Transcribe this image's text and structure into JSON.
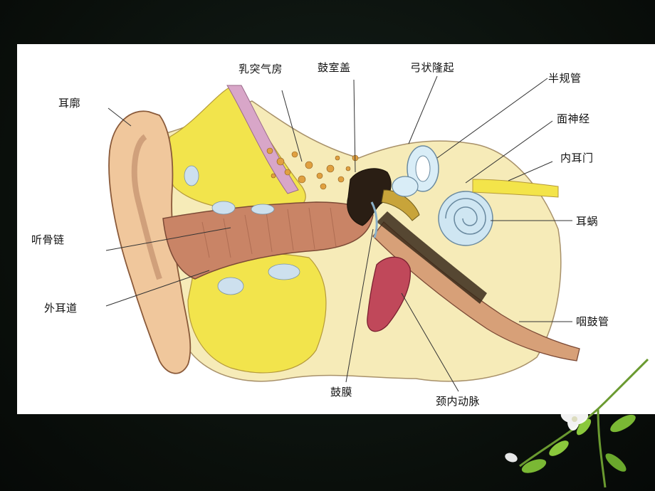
{
  "labels": {
    "ru_tu_qi_fang": "乳突气房",
    "gu_shi_gai": "鼓室盖",
    "gong_zhuang_long_qi": "弓状隆起",
    "ban_gui_guan": "半规管",
    "er_kuo": "耳廓",
    "mian_shen_jing": "面神经",
    "nei_er_men": "内耳门",
    "er_wo": "耳蜗",
    "ting_gu_lian": "听骨链",
    "wai_er_dao": "外耳道",
    "yan_gu_guan": "咽鼓管",
    "gu_mo": "鼓膜",
    "jing_nei_dong_mai": "颈内动脉"
  },
  "colors": {
    "slide_background": "#0c130e",
    "panel": "#ffffff",
    "bone": "#f4e6a6",
    "fat_yellow": "#f3e44a",
    "skin": "#e8b48c",
    "canal": "#c98466",
    "cochlea": "#cfe6f2",
    "artery": "#c0485a",
    "ossicle_dark": "#2a1e14"
  },
  "icons": {
    "decoration": "white-flower-icon"
  }
}
